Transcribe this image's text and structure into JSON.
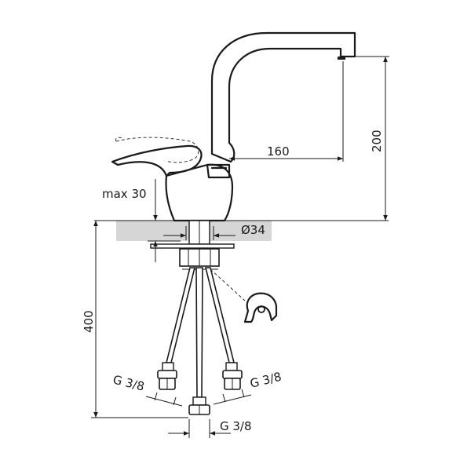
{
  "labels": {
    "spout_reach": "160",
    "spout_height": "200",
    "max_thickness": "max 30",
    "hole_diameter": "Ø34",
    "hose_length": "400",
    "thread_left": "G 3/8",
    "thread_right": "G 3/8",
    "thread_bottom": "G 3/8"
  },
  "colors": {
    "line": "#1a1a1a",
    "countertop": "#d6d6d6"
  }
}
